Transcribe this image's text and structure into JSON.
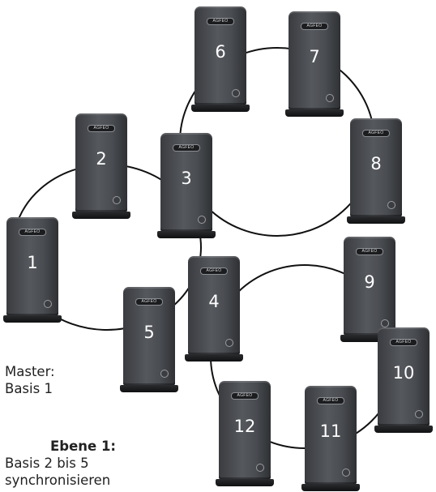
{
  "diagram": {
    "bases": [
      {
        "label": "1",
        "logo": "AGFEO"
      },
      {
        "label": "2",
        "logo": "AGFEO"
      },
      {
        "label": "3",
        "logo": "AGFEO"
      },
      {
        "label": "4",
        "logo": "AGFEO"
      },
      {
        "label": "5",
        "logo": "AGFEO"
      },
      {
        "label": "6",
        "logo": "AGFEO"
      },
      {
        "label": "7",
        "logo": "AGFEO"
      },
      {
        "label": "8",
        "logo": "AGFEO"
      },
      {
        "label": "9",
        "logo": "AGFEO"
      },
      {
        "label": "10",
        "logo": "AGFEO"
      },
      {
        "label": "11",
        "logo": "AGFEO"
      },
      {
        "label": "12",
        "logo": "AGFEO"
      }
    ],
    "master_line1": "Master:",
    "master_line2": "Basis 1",
    "level_title": "Ebene 1:",
    "level_line1": "Basis 2 bis 5",
    "level_line2": "synchronisieren"
  }
}
